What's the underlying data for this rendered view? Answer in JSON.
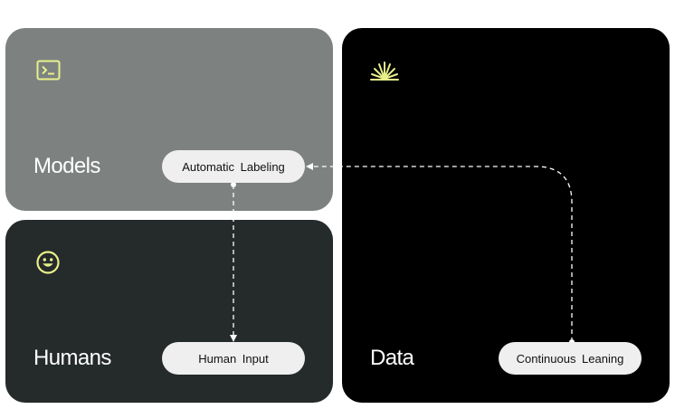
{
  "models": {
    "title": "Models",
    "pill_label": "Automatic  Labeling",
    "icon": "terminal-icon"
  },
  "humans": {
    "title": "Humans",
    "pill_label": "Human Input",
    "icon": "smiley-icon"
  },
  "data": {
    "title": "Data",
    "pill_label": "Continuous  Leaning",
    "icon": "sunburst-icon"
  },
  "colors": {
    "accent": "#e8f08a",
    "models_bg": "#7d8281",
    "humans_bg": "#252a2a",
    "data_bg": "#000000",
    "pill_bg": "#efefef"
  }
}
